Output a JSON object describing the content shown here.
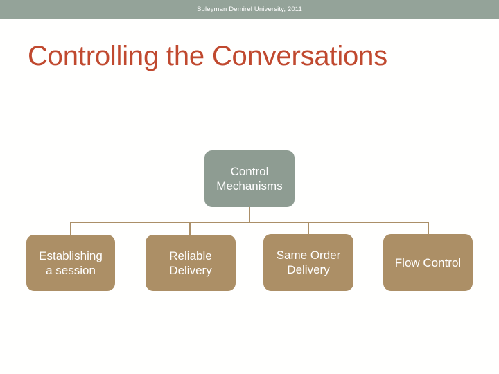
{
  "header": {
    "text": "Suleyman Demirel University, 2011",
    "background_color": "#94A399",
    "text_color": "#FFFFFF"
  },
  "title": {
    "text": "Controlling the Conversations",
    "color": "#C0492F"
  },
  "diagram": {
    "type": "hierarchy",
    "root": {
      "label": "Control\nMechanisms",
      "fill_color": "#8E9C92",
      "text_color": "#FFFFFF"
    },
    "connector_color": "#AB8F68",
    "children": [
      {
        "label": "Establishing\na session",
        "fill_color": "#AC8F66",
        "text_color": "#FFFFFF"
      },
      {
        "label": "Reliable\nDelivery",
        "fill_color": "#AC8F66",
        "text_color": "#FFFFFF"
      },
      {
        "label": "Same Order\nDelivery",
        "fill_color": "#AC8F66",
        "text_color": "#FFFFFF"
      },
      {
        "label": "Flow Control",
        "fill_color": "#AC8F66",
        "text_color": "#FFFFFF"
      }
    ]
  },
  "slide": {
    "background_color": "#FFFFFF"
  }
}
